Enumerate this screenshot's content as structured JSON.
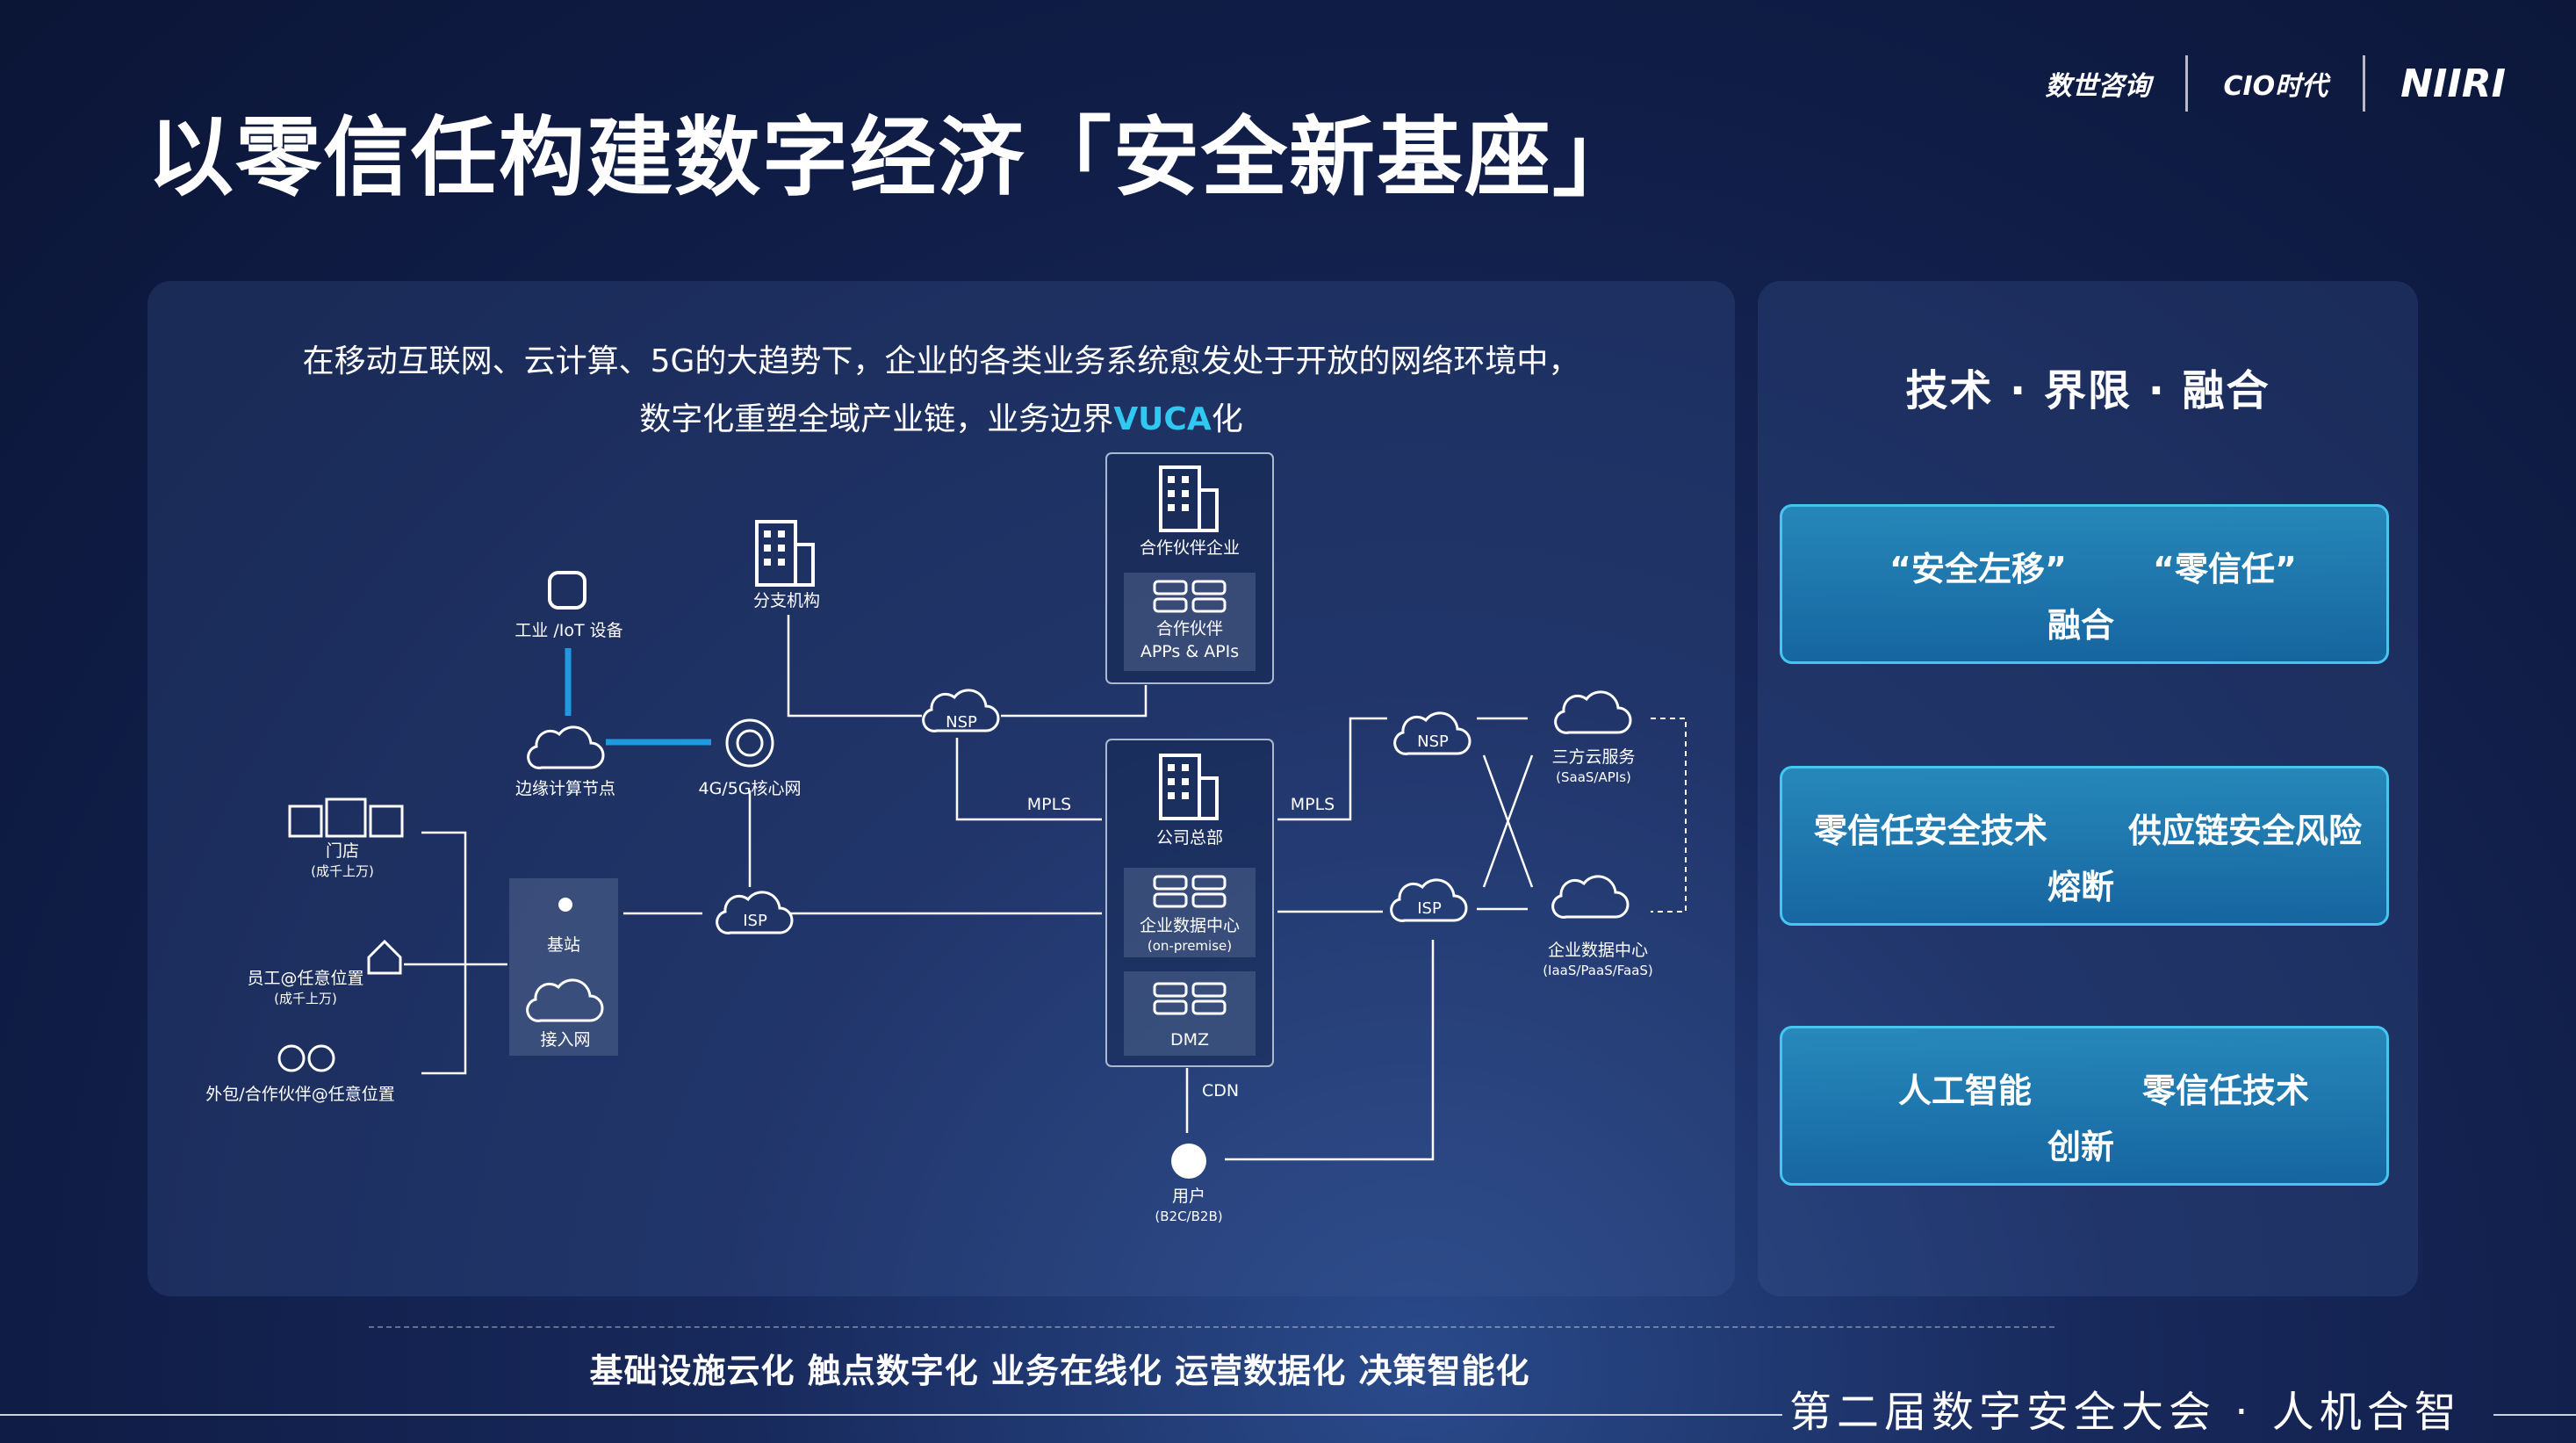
{
  "title": "以零信任构建数字经济「安全新基座」",
  "logos": [
    "数世咨询",
    "CIO时代",
    "NIIRI"
  ],
  "intro_line1": "在移动互联网、云计算、5G的大趋势下，企业的各类业务系统愈发处于开放的网络环境中，",
  "intro_line2_prefix": "数字化重塑全域产业链，业务边界",
  "intro_line2_highlight": "VUCA",
  "intro_line2_suffix": "化",
  "diagram": {
    "iot": "工业 /IoT 设备",
    "branch": "分支机构",
    "edge": "边缘计算节点",
    "core": "4G/5G核心网",
    "partner_company": "合作伙伴企业",
    "partner_apps_l1": "合作伙伴",
    "partner_apps_l2": "APPs & APIs",
    "nsp": "NSP",
    "mpls": "MPLS",
    "hq": "公司总部",
    "dc_l1": "企业数据中心",
    "dc_l2": "(on-premise)",
    "dmz": "DMZ",
    "isp": "ISP",
    "cdn": "CDN",
    "user_l1": "用户",
    "user_l2": "(B2C/B2B)",
    "cloud_l1": "三方云服务",
    "cloud_l2": "(SaaS/APIs)",
    "edc_l1": "企业数据中心",
    "edc_l2": "(IaaS/PaaS/FaaS)",
    "store_l1": "门店",
    "store_l2": "(成千上万)",
    "staff_l1": "员工@任意位置",
    "staff_l2": "(成千上万)",
    "outsource": "外包/合作伙伴@任意位置",
    "base_station": "基站",
    "access_net": "接入网"
  },
  "right_title": "技术 · 界限 · 融合",
  "boxes": [
    {
      "left": "“安全左移”",
      "right": "“零信任”",
      "bottom": "融合"
    },
    {
      "left": "零信任安全技术",
      "right": "供应链安全风险",
      "bottom": "熔断"
    },
    {
      "left": "人工智能",
      "right": "零信任技术",
      "bottom": "创新"
    }
  ],
  "bottom_text": "基础设施云化  触点数字化  业务在线化  运营数据化  决策智能化",
  "footer": "第二届数字安全大会 · 人机合智",
  "colors": {
    "accent": "#30c8f0",
    "box_border": "#44c6f0",
    "line_blue": "#1e9be0"
  }
}
